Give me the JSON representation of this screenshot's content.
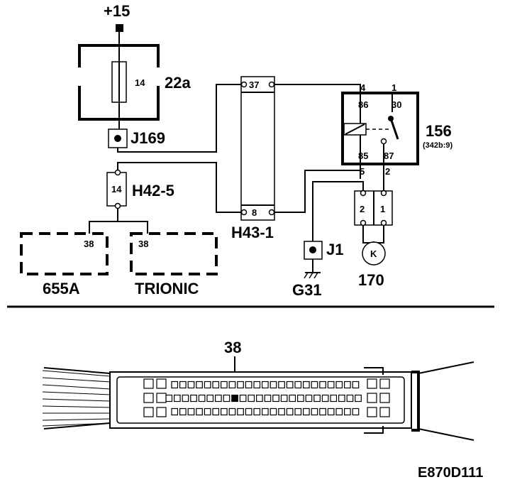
{
  "supply": {
    "label": "+15"
  },
  "fuse": {
    "label": "22a",
    "rating": "14"
  },
  "connector_j169": {
    "label": "J169"
  },
  "connector_h42": {
    "label": "H42-5",
    "pin": "14"
  },
  "ecu_655a": {
    "label": "655A",
    "pin": "38"
  },
  "ecu_trionic": {
    "label": "TRIONIC",
    "pin": "38"
  },
  "connector_h43": {
    "label": "H43-1",
    "pin_top": "37",
    "pin_bottom": "8"
  },
  "relay_156": {
    "label": "156",
    "ref": "(342b:9)",
    "pin_top_left": "4",
    "pin_top_right": "1",
    "pin_86": "86",
    "pin_30": "30",
    "pin_85": "85",
    "pin_87": "87",
    "pin_bottom_left": "5",
    "pin_bottom_right": "2"
  },
  "connector_j1": {
    "label": "J1"
  },
  "ground_g31": {
    "label": "G31"
  },
  "plug_2pin": {
    "pin_left": "2",
    "pin_right": "1"
  },
  "pump_170": {
    "label": "170",
    "symbol": "K"
  },
  "connector_detail": {
    "pin_callout": "38"
  },
  "figure_code": "E870D111"
}
